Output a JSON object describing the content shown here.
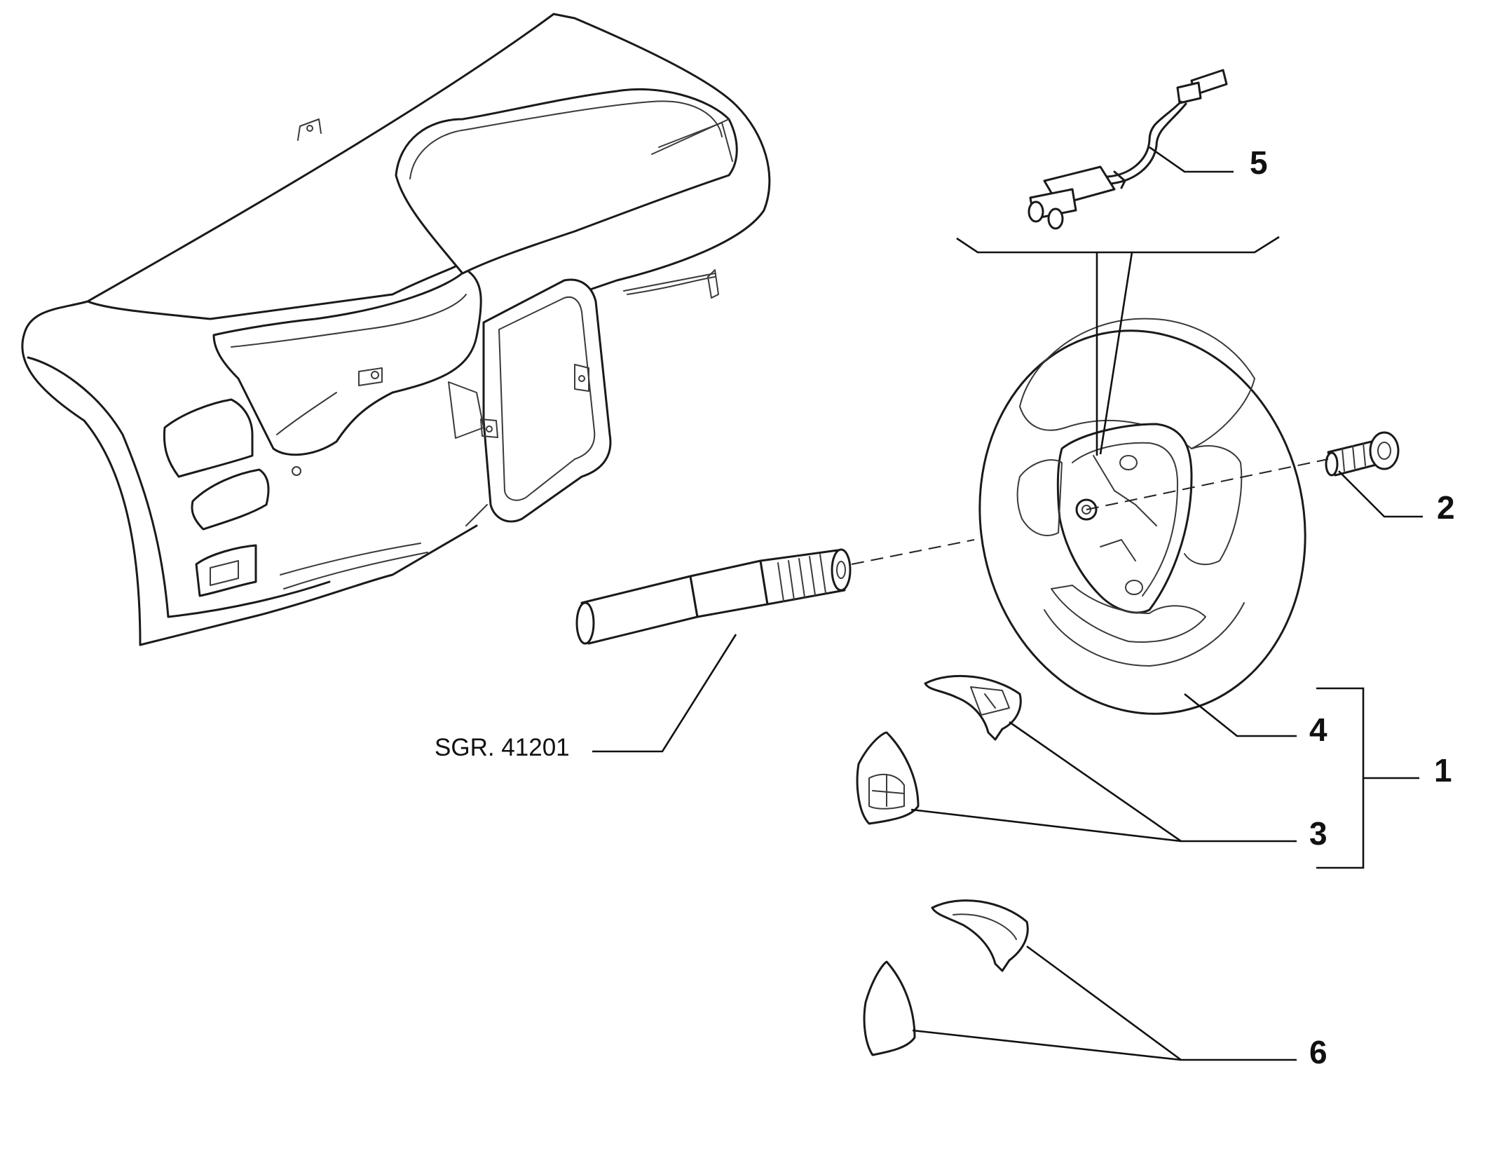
{
  "callouts": {
    "c1": "1",
    "c2": "2",
    "c3": "3",
    "c4": "4",
    "c5": "5",
    "c6": "6"
  },
  "reference": {
    "text": "SGR. 41201"
  }
}
